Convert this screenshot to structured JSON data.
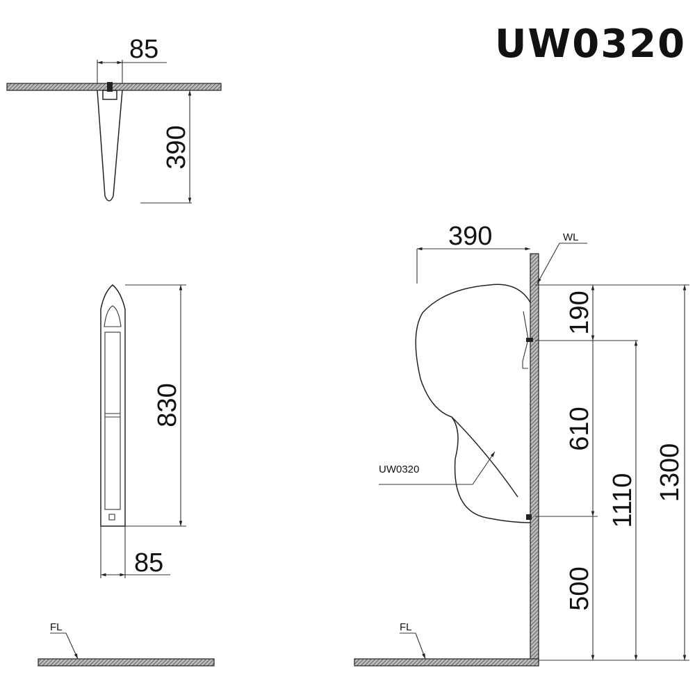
{
  "title": "UW0320",
  "plan_view": {
    "width_dim": "85",
    "depth_dim": "390"
  },
  "front_view": {
    "height_dim": "830",
    "width_dim": "85",
    "floor_label": "FL"
  },
  "side_view": {
    "depth_dim": "390",
    "wall_label": "WL",
    "floor_label": "FL",
    "model_label": "UW0320",
    "dims": {
      "top_to_inlet": "190",
      "inlet_to_outlet": "610",
      "outlet_height": "500",
      "inlet_height": "1110",
      "top_height": "1300"
    }
  }
}
